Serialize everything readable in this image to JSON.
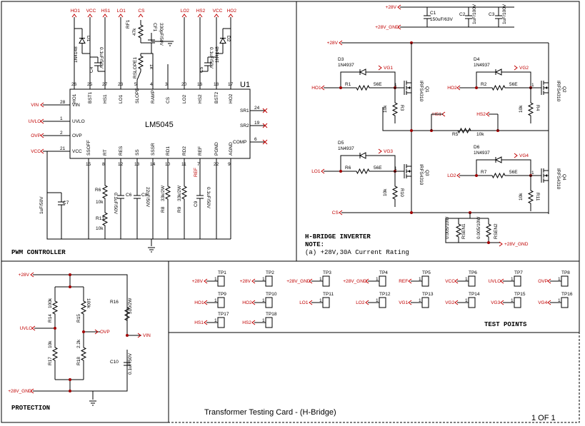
{
  "sheet": {
    "title": "Transformer Testing Card - (H-Bridge)",
    "page": "1 OF 1"
  },
  "sections": {
    "pwm": "PWM CONTROLLER",
    "hbridge": "H-BRIDGE INVERTER",
    "note": "NOTE:",
    "note_item": "(a) +28V,30A Current Rating",
    "protection": "PROTECTION",
    "testpoints": "TEST POINTS"
  },
  "ic": {
    "ref": "U1",
    "part": "LM5045",
    "left_pins": [
      {
        "num": "28",
        "name": "VIN",
        "net": "VIN"
      },
      {
        "num": "1",
        "name": "UVLO",
        "net": "UVLO"
      },
      {
        "num": "2",
        "name": "OVP",
        "net": "OVP"
      },
      {
        "num": "21",
        "name": "VCC",
        "net": "VCC"
      }
    ],
    "right_pins": [
      {
        "num": "24",
        "name": "SR1"
      },
      {
        "num": "19",
        "name": "SR2"
      },
      {
        "num": "6",
        "name": "COMP"
      }
    ],
    "top_pins": [
      {
        "num": "26",
        "name": "HO1",
        "net": "HO1"
      },
      {
        "num": "25",
        "name": "BST1",
        "net": "VCC"
      },
      {
        "num": "27",
        "name": "HS1",
        "net": "HS1"
      },
      {
        "num": "23",
        "name": "LO1",
        "net": "LO1"
      },
      {
        "num": "5",
        "name": "SLOPE",
        "net": "CS"
      },
      {
        "num": "4",
        "name": "RAMP",
        "net": ""
      },
      {
        "num": "3",
        "name": "CS",
        "net": ""
      },
      {
        "num": "20",
        "name": "LO2",
        "net": "LO2"
      },
      {
        "num": "16",
        "name": "HS2",
        "net": "HS2"
      },
      {
        "num": "18",
        "name": "BST2",
        "net": "VCC"
      },
      {
        "num": "17",
        "name": "HO2",
        "net": "HO2"
      }
    ],
    "bottom_pins": [
      {
        "num": "15",
        "name": "SSOFF"
      },
      {
        "num": "8",
        "name": "RT"
      },
      {
        "num": "12",
        "name": "RES"
      },
      {
        "num": "13",
        "name": "SS"
      },
      {
        "num": "14",
        "name": "SSSR"
      },
      {
        "num": "10",
        "name": "RD1"
      },
      {
        "num": "11",
        "name": "RD2"
      },
      {
        "num": "7",
        "name": "REF"
      },
      {
        "num": "22",
        "name": "PGND"
      },
      {
        "num": "9",
        "name": "AGND"
      }
    ]
  },
  "pwm_parts": {
    "D1": {
      "ref": "D1",
      "value": "1N4148"
    },
    "D2": {
      "ref": "D2",
      "value": "1N4148"
    },
    "C4": {
      "ref": "C4",
      "value": "0.1uF/50V"
    },
    "C5": {
      "ref": "C5",
      "value": "0.1uF/50V"
    },
    "RF1": {
      "ref": "RF1",
      "value": "47k"
    },
    "CF1": {
      "ref": "CF1",
      "value": "330pF/50V"
    },
    "RSLOPE1": {
      "ref": "RSLOPE1",
      "value": "1k"
    },
    "C7": {
      "ref": "C7",
      "value": "1uF/50V"
    },
    "R6": {
      "ref": "R6",
      "value": "10k"
    },
    "R13": {
      "ref": "R13",
      "value": "10k"
    },
    "C6": {
      "ref": "C6",
      "value": "0.1uF/50V"
    },
    "C8": {
      "ref": "C8",
      "value": "22nF/50V"
    },
    "R8": {
      "ref": "R8",
      "value": "33k/2W"
    },
    "R9": {
      "ref": "R9",
      "value": "33k/2W"
    },
    "C9": {
      "ref": "C9",
      "value": "0.1uF/50V"
    },
    "ref_net": "REF",
    "cs_net": "CS"
  },
  "hb_parts": {
    "C1": {
      "ref": "C1",
      "value": "150uF/63V"
    },
    "C2": {
      "ref": "C2",
      "value": "1uF/100V"
    },
    "C3": {
      "ref": "C3",
      "value": "1uF/100V"
    },
    "D3": {
      "ref": "D3",
      "value": "1N4937"
    },
    "D4": {
      "ref": "D4",
      "value": "1N4937"
    },
    "D5": {
      "ref": "D5",
      "value": "1N4937"
    },
    "D6": {
      "ref": "D6",
      "value": "1N4937"
    },
    "R1": {
      "ref": "R1",
      "value": "56E"
    },
    "R2": {
      "ref": "R2",
      "value": "56E"
    },
    "R6": {
      "ref": "R6",
      "value": "56E"
    },
    "R7": {
      "ref": "R7",
      "value": "56E"
    },
    "R3": {
      "ref": "R3",
      "value": "10k"
    },
    "R4": {
      "ref": "R4",
      "value": "10k"
    },
    "R10": {
      "ref": "R10",
      "value": "10k"
    },
    "R11": {
      "ref": "R11",
      "value": "10k"
    },
    "R5": {
      "ref": "R5",
      "value": "10k"
    },
    "Q1": {
      "ref": "Q1",
      "value": "IRFS4310"
    },
    "Q2": {
      "ref": "Q2",
      "value": "IRFS4310"
    },
    "Q3": {
      "ref": "Q3",
      "value": "IRFS4310"
    },
    "Q4": {
      "ref": "Q4",
      "value": "IRFS4310"
    },
    "RSEN1": {
      "ref": "RSEN1",
      "value": "0.005/10W"
    },
    "RSEN2": {
      "ref": "RSEN2",
      "value": "0.005/10W"
    },
    "vg": [
      "VG1",
      "VG2",
      "VG3",
      "VG4"
    ],
    "p28": "+28V",
    "gnd28": "+28V_GND",
    "cs": "CS",
    "hs1": "HS1",
    "hs2": "HS2",
    "ho1": "HO1",
    "ho2": "HO2",
    "lo1": "LO1",
    "lo2": "LO2"
  },
  "prot_parts": {
    "R14": {
      "ref": "R14",
      "value": "100k"
    },
    "R15": {
      "ref": "R15",
      "value": "100k"
    },
    "R17": {
      "ref": "R17",
      "value": "10k"
    },
    "R18": {
      "ref": "R18",
      "value": "2.2k"
    },
    "R16": {
      "ref": "R16",
      "value": "510/2W"
    },
    "C10": {
      "ref": "C10",
      "value": "0.1uF/50V"
    },
    "p28": "+28V",
    "gnd28": "+28V_GND",
    "uvlo": "UVLO",
    "ovp": "OVP",
    "vin": "VIN"
  },
  "test_points": [
    {
      "ref": "TP1",
      "net": "+28V"
    },
    {
      "ref": "TP2",
      "net": "+28V"
    },
    {
      "ref": "TP3",
      "net": "+28V_GND"
    },
    {
      "ref": "TP4",
      "net": "+28V_GND"
    },
    {
      "ref": "TP5",
      "net": "REF"
    },
    {
      "ref": "TP6",
      "net": "VCC"
    },
    {
      "ref": "TP7",
      "net": "UVLO"
    },
    {
      "ref": "TP8",
      "net": "OVP"
    },
    {
      "ref": "TP9",
      "net": "HO1"
    },
    {
      "ref": "TP10",
      "net": "HO2"
    },
    {
      "ref": "TP11",
      "net": "LO1"
    },
    {
      "ref": "TP12",
      "net": "LO2"
    },
    {
      "ref": "TP13",
      "net": "VG1"
    },
    {
      "ref": "TP14",
      "net": "VG2"
    },
    {
      "ref": "TP15",
      "net": "VG3"
    },
    {
      "ref": "TP16",
      "net": "VG4"
    },
    {
      "ref": "TP17",
      "net": "HS1"
    },
    {
      "ref": "TP18",
      "net": "HS2"
    }
  ]
}
